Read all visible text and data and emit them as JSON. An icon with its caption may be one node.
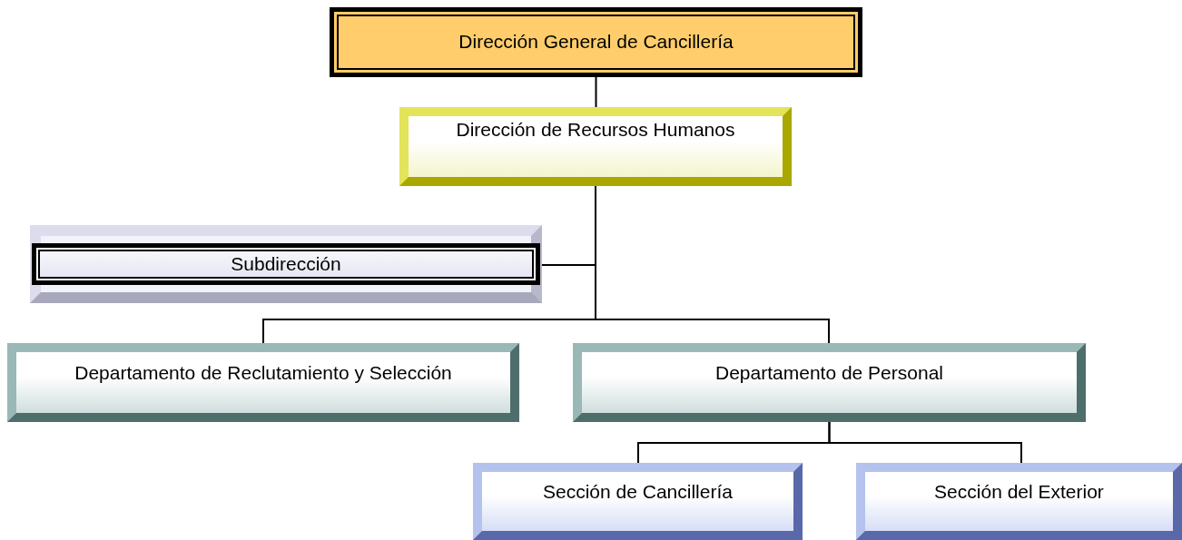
{
  "diagram": {
    "nodes": [
      {
        "text": [
          "Dirección General de Cancillería"
        ]
      },
      {
        "text": [
          "Dirección de Recursos Humanos"
        ]
      },
      {
        "text": [
          "Subdirección"
        ]
      },
      {
        "text": [
          "Departamento de Reclutamiento y Selección"
        ]
      },
      {
        "text": [
          "Departamento de Personal"
        ]
      },
      {
        "text": [
          "Sección de Cancillería"
        ]
      },
      {
        "text": [
          "Sección del Exterior"
        ]
      }
    ],
    "edges": [
      {
        "from": 0,
        "to": 1,
        "arrow": "none"
      },
      {
        "from": 1,
        "to": 2,
        "arrow": "none"
      },
      {
        "from": 1,
        "to": 3,
        "arrow": "none"
      },
      {
        "from": 1,
        "to": 4,
        "arrow": "none"
      },
      {
        "from": 4,
        "to": 5,
        "arrow": "none"
      },
      {
        "from": 4,
        "to": 6,
        "arrow": "none"
      }
    ]
  }
}
